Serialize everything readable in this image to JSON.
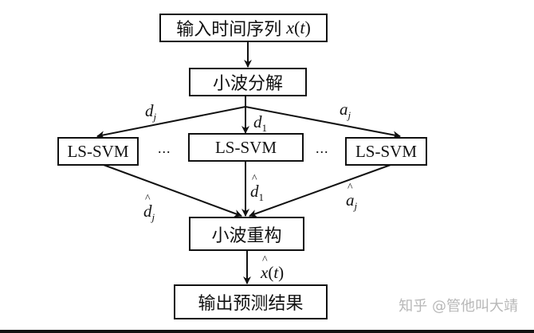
{
  "diagram": {
    "title": "LS-SVM wavelet decomposition forecasting flowchart",
    "nodes": {
      "input": "输入时间序列 x(t)",
      "input_prefix": "输入时间序列",
      "input_var": "x",
      "input_arg": "t",
      "decompose": "小波分解",
      "svm_left": "LS-SVM",
      "svm_center": "LS-SVM",
      "svm_right": "LS-SVM",
      "reconstruct": "小波重构",
      "output": "输出预测结果"
    },
    "ellipsis": "...",
    "edge_labels": {
      "d_j": {
        "base": "d",
        "sub": "j"
      },
      "d_1": {
        "base": "d",
        "sub": "1"
      },
      "a_j": {
        "base": "a",
        "sub": "j"
      },
      "d_j_hat": {
        "hat": "^",
        "base": "d",
        "sub": "j"
      },
      "d_1_hat": {
        "hat": "^",
        "base": "d",
        "sub": "1"
      },
      "a_j_hat": {
        "hat": "^",
        "base": "a",
        "sub": "j"
      },
      "x_t_hat": {
        "hat": "^",
        "base": "x",
        "open": "(",
        "arg": "t",
        "close": ")"
      }
    },
    "edges": [
      {
        "from": "input",
        "to": "decompose"
      },
      {
        "from": "decompose",
        "to": "svm_left",
        "label": "d_j"
      },
      {
        "from": "decompose",
        "to": "svm_center",
        "label": "d_1"
      },
      {
        "from": "decompose",
        "to": "svm_right",
        "label": "a_j"
      },
      {
        "from": "svm_left",
        "to": "reconstruct",
        "label": "d_j_hat"
      },
      {
        "from": "svm_center",
        "to": "reconstruct",
        "label": "d_1_hat"
      },
      {
        "from": "svm_right",
        "to": "reconstruct",
        "label": "a_j_hat"
      },
      {
        "from": "reconstruct",
        "to": "output",
        "label": "x_t_hat"
      }
    ]
  },
  "watermark": "知乎 @管他叫大靖",
  "colors": {
    "stroke": "#111111",
    "watermark": "#b8b8b8",
    "background": "#ffffff"
  }
}
